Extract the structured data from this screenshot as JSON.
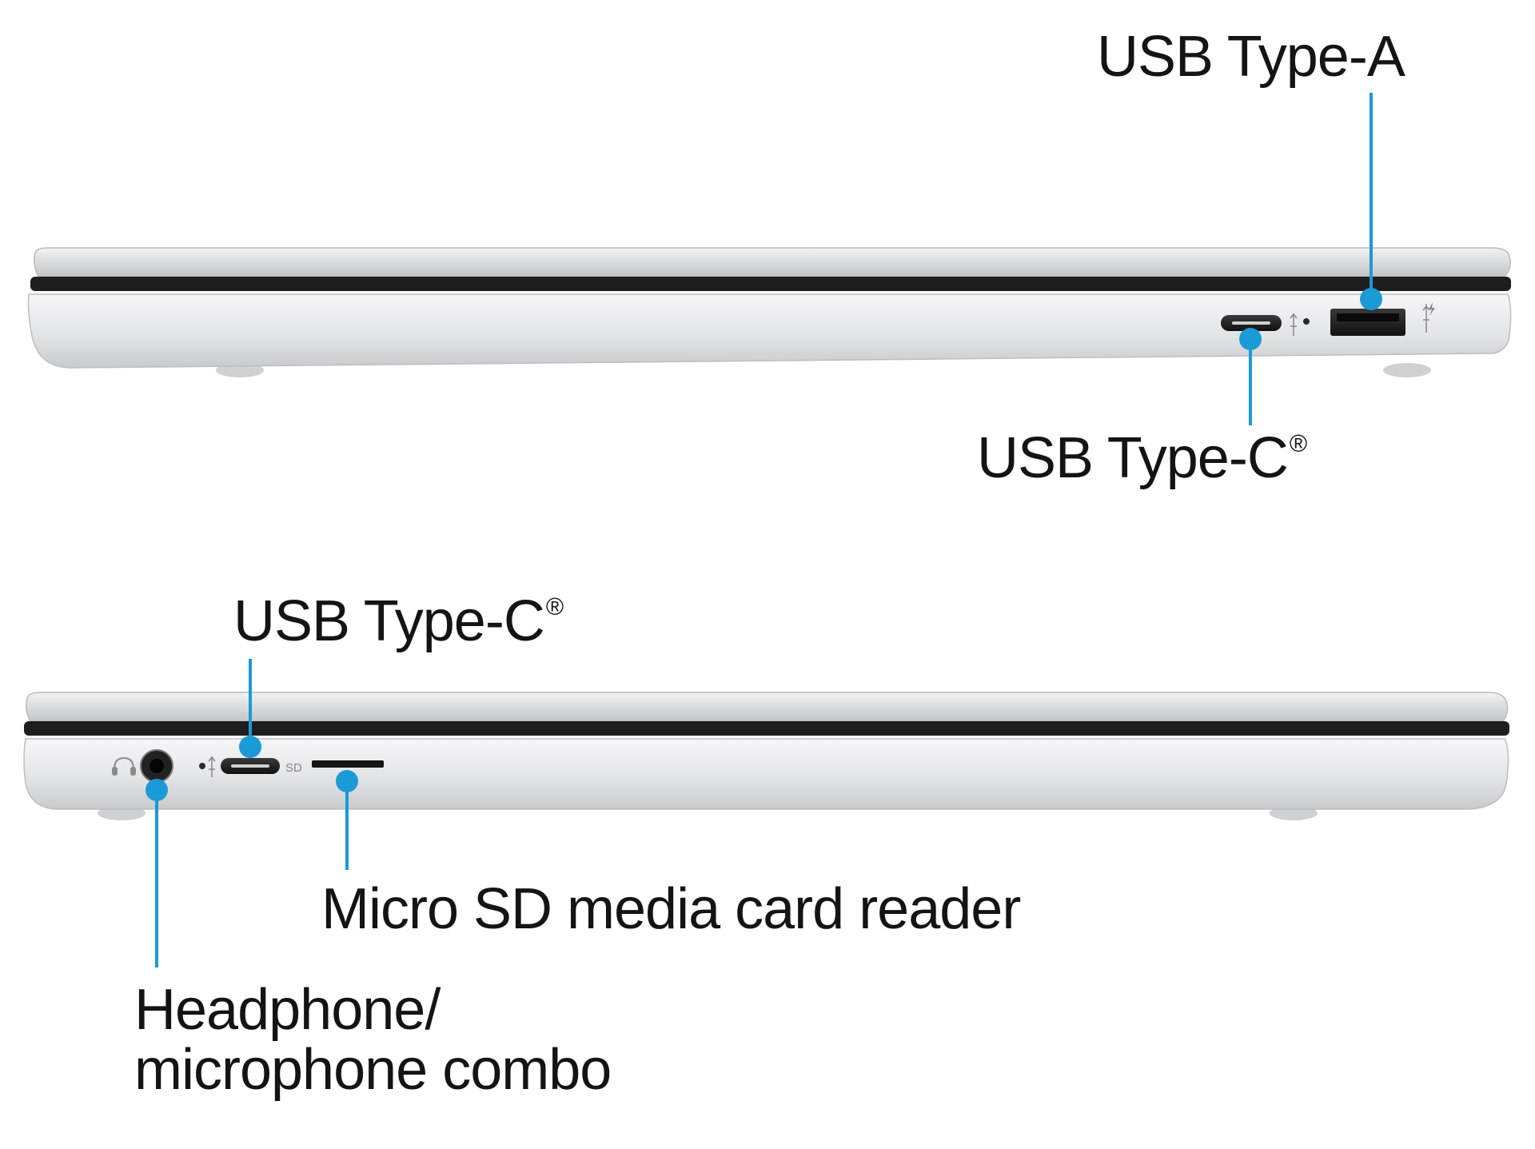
{
  "labels": {
    "usb_a": "USB Type-A",
    "usb_c_right": "USB Type-C",
    "usb_c_left": "USB Type-C",
    "registered_mark": "®",
    "micro_sd": "Micro SD media card reader",
    "headphone_line1": "Headphone/",
    "headphone_line2": "microphone combo"
  },
  "port_marks": {
    "sd": "SD"
  },
  "icons": [
    "usb-superspeed-icon",
    "charging-bolt-icon",
    "headphone-icon",
    "led-indicator-icon"
  ],
  "colors": {
    "callout": "#1a9ad6",
    "chassis": "#d9dadc",
    "chassis_dark": "#1e1e1e",
    "label_text": "#141414"
  }
}
